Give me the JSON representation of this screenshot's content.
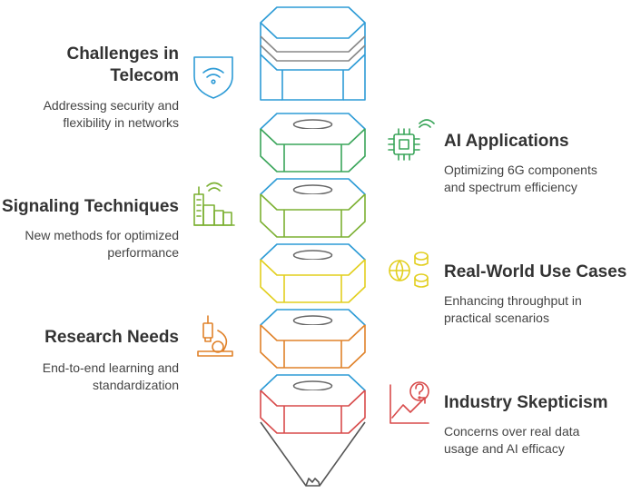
{
  "colors": {
    "cap": "#2d9bd6",
    "ai": "#3aa55a",
    "signaling": "#7cb032",
    "usecases": "#e2cf1f",
    "research": "#e0822a",
    "skepticism": "#d84b4b",
    "tip": "#555555"
  },
  "items": [
    {
      "side": "left",
      "title_lines": [
        "Challenges in",
        "Telecom"
      ],
      "desc_lines": [
        "Addressing security and",
        "flexibility in networks"
      ],
      "icon": "wifi-shield-icon"
    },
    {
      "side": "right",
      "title_lines": [
        "AI Applications"
      ],
      "desc_lines": [
        "Optimizing 6G components",
        "and spectrum efficiency"
      ],
      "icon": "chip-signal-icon"
    },
    {
      "side": "left",
      "title_lines": [
        "Signaling Techniques"
      ],
      "desc_lines": [
        "New methods for optimized",
        "performance"
      ],
      "icon": "city-antenna-icon"
    },
    {
      "side": "right",
      "title_lines": [
        "Real-World Use Cases"
      ],
      "desc_lines": [
        "Enhancing throughput in",
        "practical scenarios"
      ],
      "icon": "globe-coins-icon"
    },
    {
      "side": "left",
      "title_lines": [
        "Research Needs"
      ],
      "desc_lines": [
        "End-to-end learning and",
        "standardization"
      ],
      "icon": "microscope-icon"
    },
    {
      "side": "right",
      "title_lines": [
        "Industry Skepticism"
      ],
      "desc_lines": [
        "Concerns over real data",
        "usage and AI efficacy"
      ],
      "icon": "question-chart-icon"
    }
  ]
}
